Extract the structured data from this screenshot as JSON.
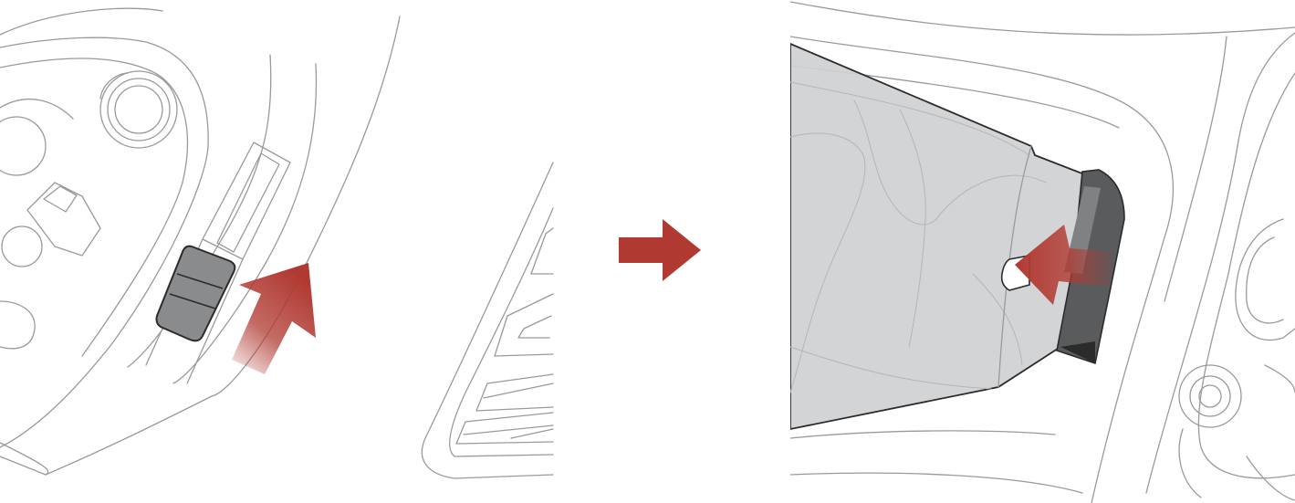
{
  "figure": {
    "steps": [
      {
        "id": "step-1",
        "action": "slide-latch-up",
        "arrow_direction": "up-right"
      },
      {
        "id": "step-2",
        "action": "pull-visor-out",
        "arrow_direction": "left"
      }
    ],
    "step_arrow": {
      "direction": "right"
    },
    "colors": {
      "arrow_red": "#b03a32",
      "line_art": "#9a9a9a",
      "latch_fill": "#8a8b8d",
      "visor_fill": "#cfd0d2",
      "latch_dark": "#5a5b5d",
      "background": "#ffffff"
    },
    "icons": [
      "slide-arrow-icon",
      "step-arrow-icon",
      "pull-arrow-icon"
    ]
  }
}
